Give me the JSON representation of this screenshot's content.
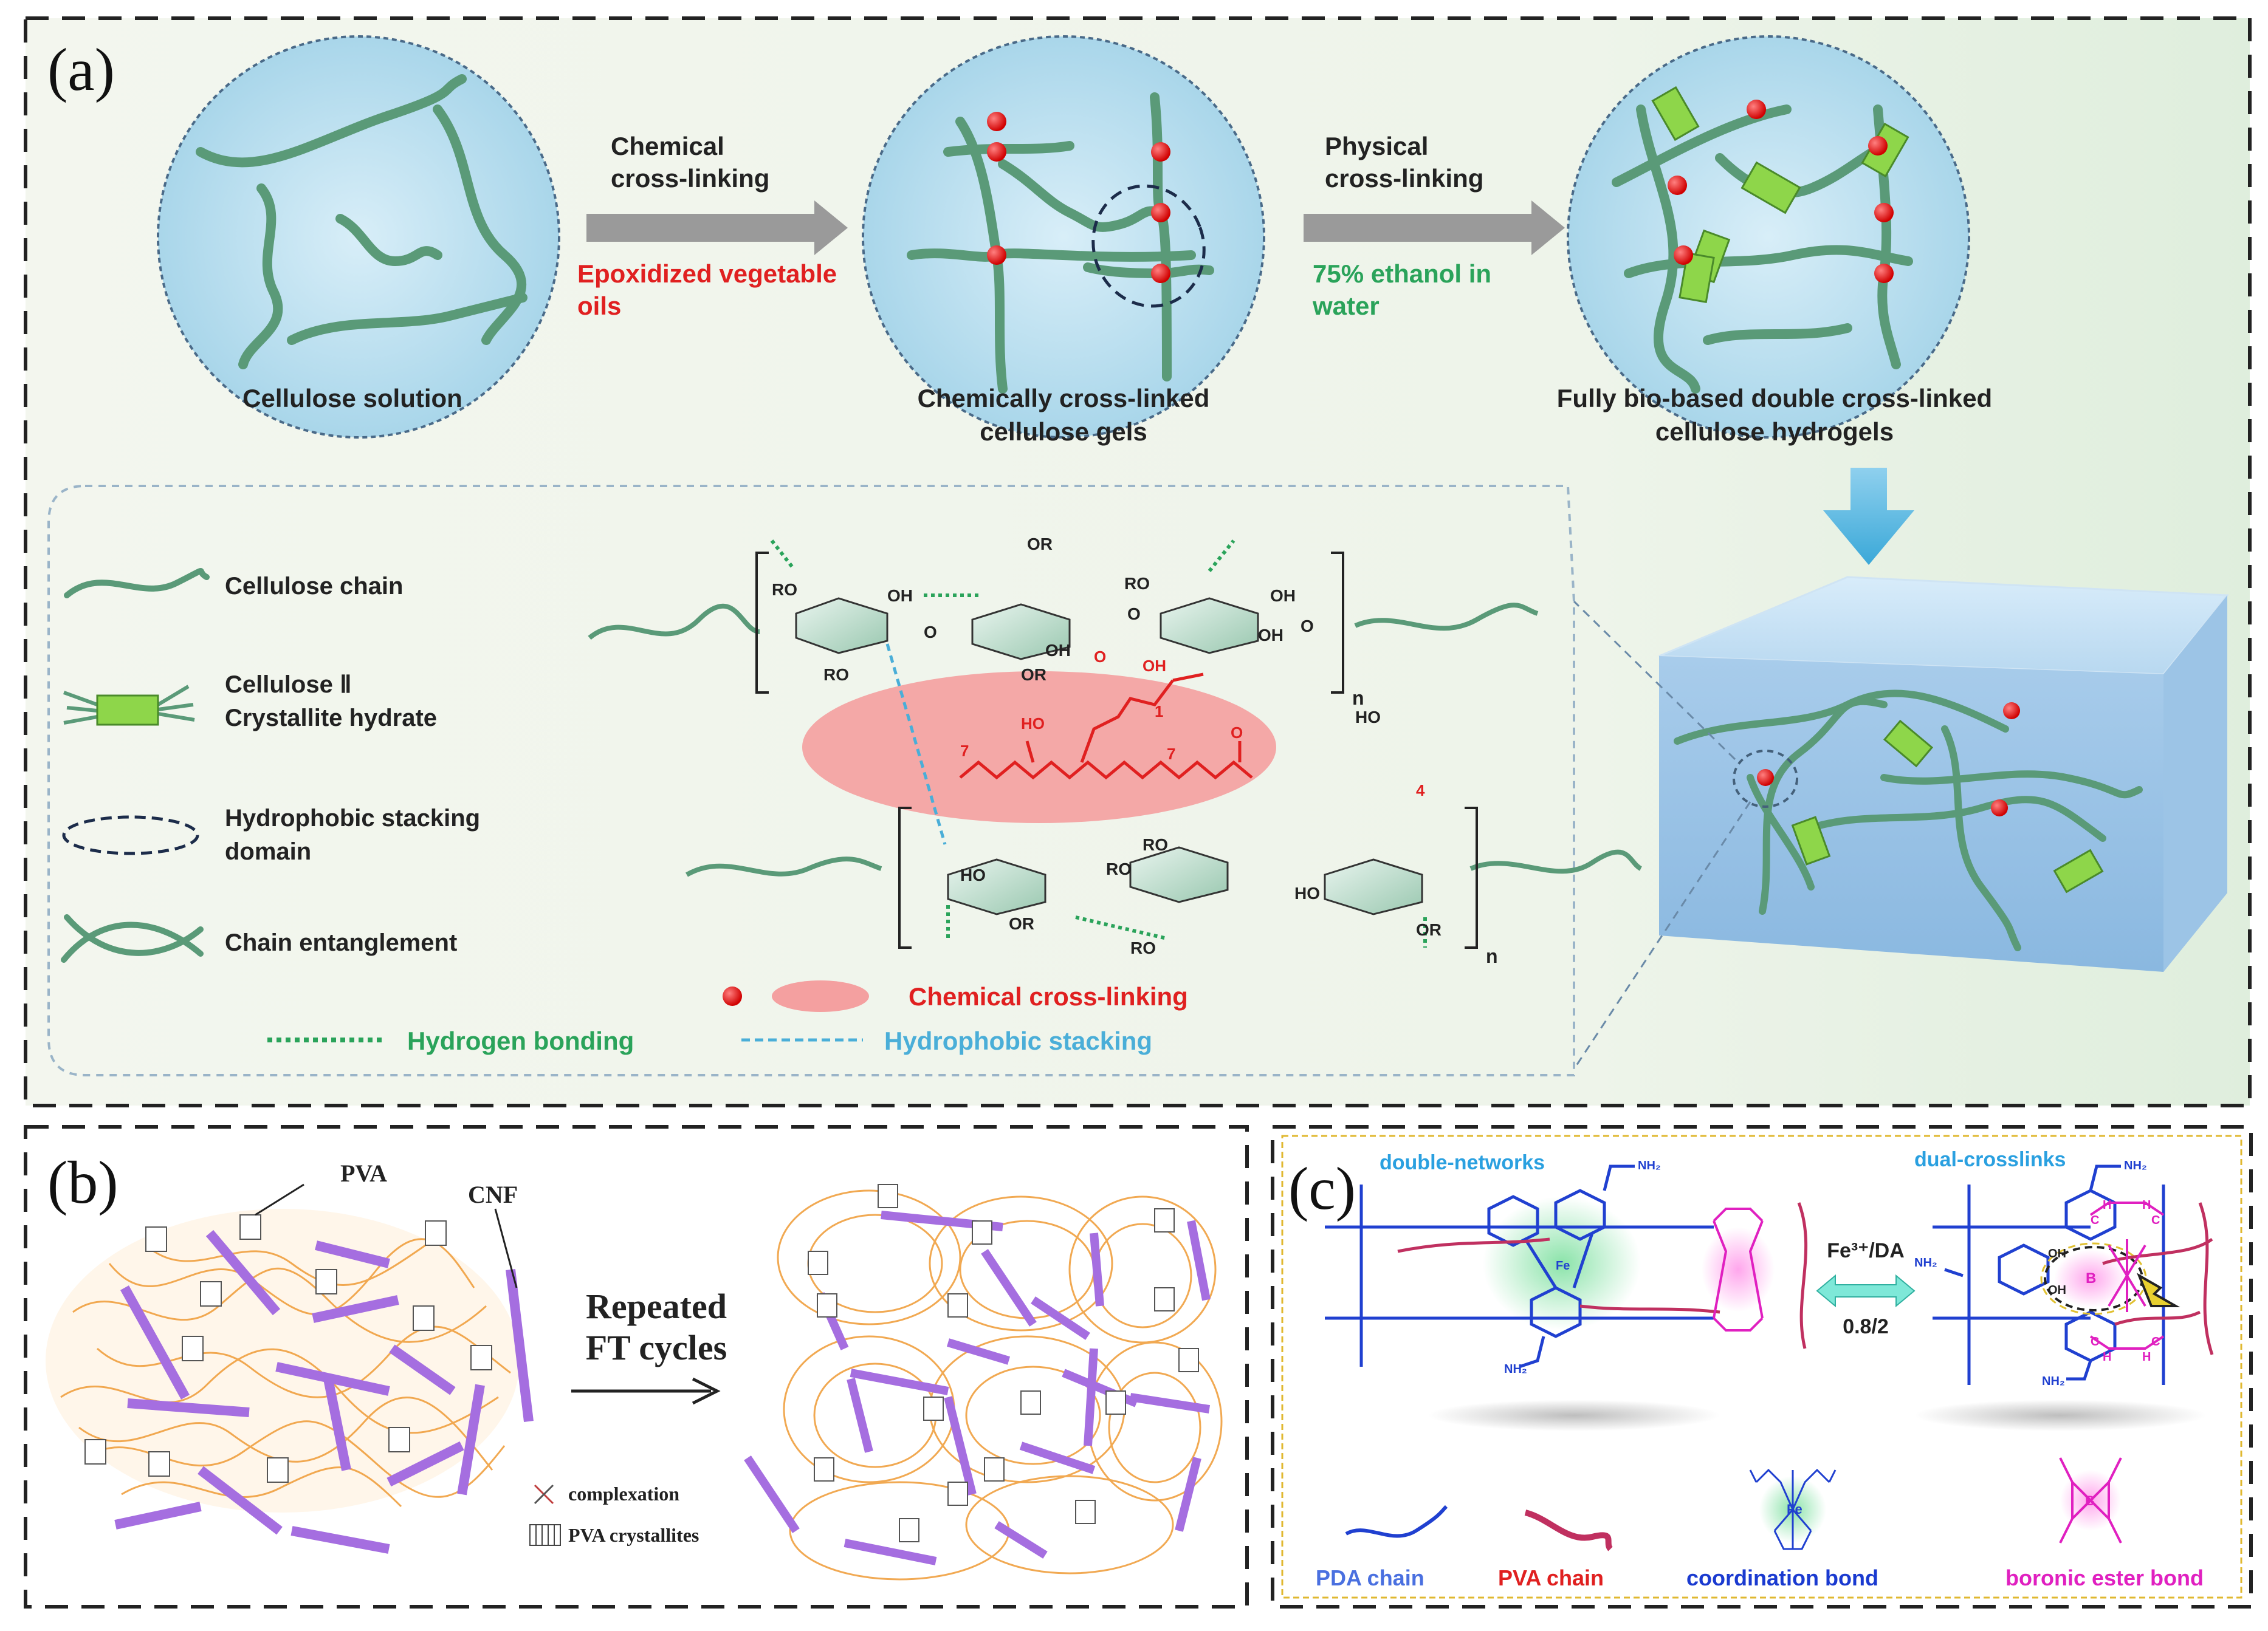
{
  "panel_a": {
    "label": "(a)",
    "stages": {
      "solution": "Cellulose solution",
      "chemical_gel_line1": "Chemically cross-linked",
      "chemical_gel_line2": "cellulose gels",
      "hydrogel_line1": "Fully bio-based double cross-linked",
      "hydrogel_line2": "cellulose hydrogels"
    },
    "arrow1": {
      "title_line1": "Chemical",
      "title_line2": "cross-linking",
      "agent_line1": "Epoxidized vegetable",
      "agent_line2": "oils"
    },
    "arrow2": {
      "title_line1": "Physical",
      "title_line2": "cross-linking",
      "agent_line1": "75% ethanol in",
      "agent_line2": "water"
    },
    "legend": {
      "chain": "Cellulose chain",
      "crystallite_line1": "Cellulose Ⅱ",
      "crystallite_line2": "Crystallite hydrate",
      "stacking_line1": "Hydrophobic stacking",
      "stacking_line2": "domain",
      "entanglement": "Chain entanglement",
      "chem_crosslink": "Chemical cross-linking",
      "hbond": "Hydrogen bonding",
      "hstack": "Hydrophobic stacking"
    },
    "structure": {
      "ro": "RO",
      "oh": "OH",
      "or": "OR",
      "o": "O",
      "ho": "HO",
      "n": "n",
      "sub7": "7",
      "sub1": "1",
      "sub4": "4"
    }
  },
  "panel_b": {
    "label": "(b)",
    "pva": "PVA",
    "cnf": "CNF",
    "process_line1": "Repeated",
    "process_line2": "FT cycles",
    "legend_complexation": "complexation",
    "legend_crystallites": "PVA crystallites"
  },
  "panel_c": {
    "label": "(c)",
    "double_networks": "double-networks",
    "dual_crosslinks": "dual-crosslinks",
    "ratio_line1": "Fe³⁺/DA",
    "ratio_line2": "0.8/2",
    "pda_chain": "PDA chain",
    "pva_chain": "PVA chain",
    "coordination": "coordination bond",
    "boronic": "boronic ester bond",
    "fe": "Fe",
    "b": "B",
    "nh2": "NH₂",
    "h": "H",
    "c": "C"
  },
  "colors": {
    "cellulose_chain": "#5a9a78",
    "crosslink_red": "#e02020",
    "crystallite_green": "#8ed64a",
    "hbond_green": "#2aa35a",
    "hstack_blue": "#4aaed8",
    "pva_orange": "#f0a040",
    "cnf_purple": "#a56ee0",
    "pda_blue": "#2040d0",
    "pva_magenta": "#e020c0",
    "pva_chain_red": "#c03060"
  }
}
